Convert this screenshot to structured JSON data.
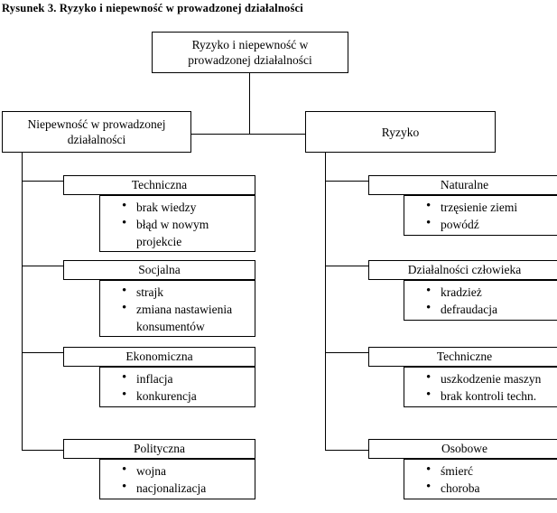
{
  "figure": {
    "title": "Rysunek 3. Ryzyko i niepewność w prowadzonej działalności"
  },
  "root": {
    "line1": "Ryzyko i niepewność w",
    "line2": "prowadzonej działalności"
  },
  "branches": {
    "left": {
      "line1": "Niepewność w prowadzonej",
      "line2": "działalności",
      "groups": [
        {
          "header": "Techniczna",
          "items": [
            "brak wiedzy",
            "błąd w nowym projekcie"
          ]
        },
        {
          "header": "Socjalna",
          "items": [
            "strajk",
            "zmiana nastawienia konsumentów"
          ]
        },
        {
          "header": "Ekonomiczna",
          "items": [
            "inflacja",
            "konkurencja"
          ]
        },
        {
          "header": "Polityczna",
          "items": [
            "wojna",
            "nacjonalizacja"
          ]
        }
      ]
    },
    "right": {
      "line1": "Ryzyko",
      "line2": "",
      "groups": [
        {
          "header": "Naturalne",
          "items": [
            "trzęsienie ziemi",
            "powódź"
          ]
        },
        {
          "header": "Działalności człowieka",
          "items": [
            "kradzież",
            "defraudacja"
          ]
        },
        {
          "header": "Techniczne",
          "items": [
            "uszkodzenie maszyn",
            "brak kontroli techn."
          ]
        },
        {
          "header": "Osobowe",
          "items": [
            "śmierć",
            "choroba"
          ]
        }
      ]
    }
  },
  "colors": {
    "stroke": "#000000",
    "background": "#ffffff",
    "text": "#000000"
  }
}
